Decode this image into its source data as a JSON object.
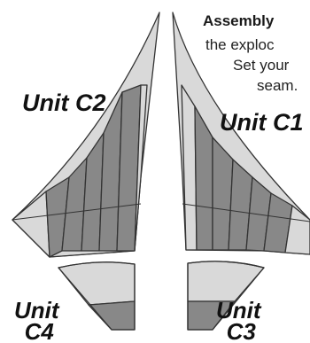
{
  "instructions": {
    "title": "Assembly",
    "lines": [
      "the exploc",
      "Set your",
      "seam."
    ]
  },
  "units": {
    "c2": "Unit C2",
    "c1": "Unit C1",
    "c4": {
      "word": "Unit",
      "num": "C4"
    },
    "c3": {
      "word": "Unit",
      "num": "C3"
    }
  },
  "colors": {
    "light_fill": "#d9d9d9",
    "dark_fill": "#888888",
    "outline": "#333333"
  }
}
